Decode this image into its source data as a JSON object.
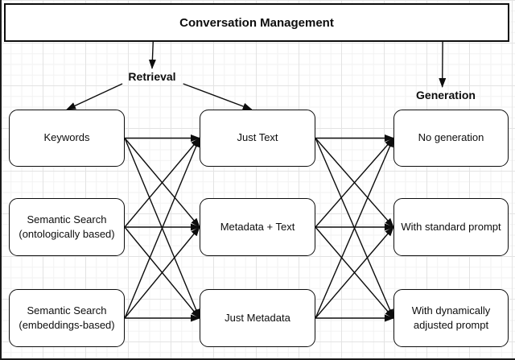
{
  "diagram": {
    "title": "Conversation Management",
    "stages": {
      "retrieval": "Retrieval",
      "generation": "Generation"
    },
    "nodes": {
      "keywords": {
        "label": "Keywords"
      },
      "semantic_ontological": {
        "label": "Semantic Search\n(ontologically based)"
      },
      "semantic_embeddings": {
        "label": "Semantic Search\n(embeddings-based)"
      },
      "just_text": {
        "label": "Just Text"
      },
      "metadata_text": {
        "label": "Metadata + Text"
      },
      "just_metadata": {
        "label": "Just Metadata"
      },
      "no_generation": {
        "label": "No generation"
      },
      "standard_prompt": {
        "label": "With standard prompt"
      },
      "dynamic_prompt": {
        "label": "With dynamically\nadjusted prompt"
      }
    },
    "edges": [
      {
        "from": "conversation",
        "to": "label_retrieval",
        "fromSide": "bottom",
        "fromFrac": 0.295,
        "toSide": "top",
        "toFrac": 0.5
      },
      {
        "from": "conversation",
        "to": "label_generation",
        "fromSide": "bottom",
        "fromFrac": 0.868,
        "toSide": "top",
        "toFrac": 0.46
      },
      {
        "from": "label_retrieval",
        "to": "keywords",
        "fromSide": "bottom",
        "fromFrac": 0.06,
        "toSide": "top",
        "toFrac": 0.5
      },
      {
        "from": "label_retrieval",
        "to": "just_text",
        "fromSide": "bottom",
        "fromFrac": 0.96,
        "toSide": "top",
        "toFrac": 0.45
      },
      {
        "from": "keywords",
        "to": "just_text"
      },
      {
        "from": "keywords",
        "to": "metadata_text"
      },
      {
        "from": "keywords",
        "to": "just_metadata"
      },
      {
        "from": "semantic_ontological",
        "to": "just_text"
      },
      {
        "from": "semantic_ontological",
        "to": "metadata_text"
      },
      {
        "from": "semantic_ontological",
        "to": "just_metadata"
      },
      {
        "from": "semantic_embeddings",
        "to": "just_text"
      },
      {
        "from": "semantic_embeddings",
        "to": "metadata_text"
      },
      {
        "from": "semantic_embeddings",
        "to": "just_metadata"
      },
      {
        "from": "just_text",
        "to": "no_generation"
      },
      {
        "from": "just_text",
        "to": "standard_prompt"
      },
      {
        "from": "just_text",
        "to": "dynamic_prompt"
      },
      {
        "from": "metadata_text",
        "to": "no_generation"
      },
      {
        "from": "metadata_text",
        "to": "standard_prompt"
      },
      {
        "from": "metadata_text",
        "to": "dynamic_prompt"
      },
      {
        "from": "just_metadata",
        "to": "no_generation"
      },
      {
        "from": "just_metadata",
        "to": "standard_prompt"
      },
      {
        "from": "just_metadata",
        "to": "dynamic_prompt"
      }
    ]
  },
  "colors": {
    "stroke": "#0d0d0d",
    "node_fill": "#ffffff",
    "grid_minor": "#f2f2f2",
    "grid_major": "#e3e3e3",
    "figure_border": "#1a1a1a"
  }
}
